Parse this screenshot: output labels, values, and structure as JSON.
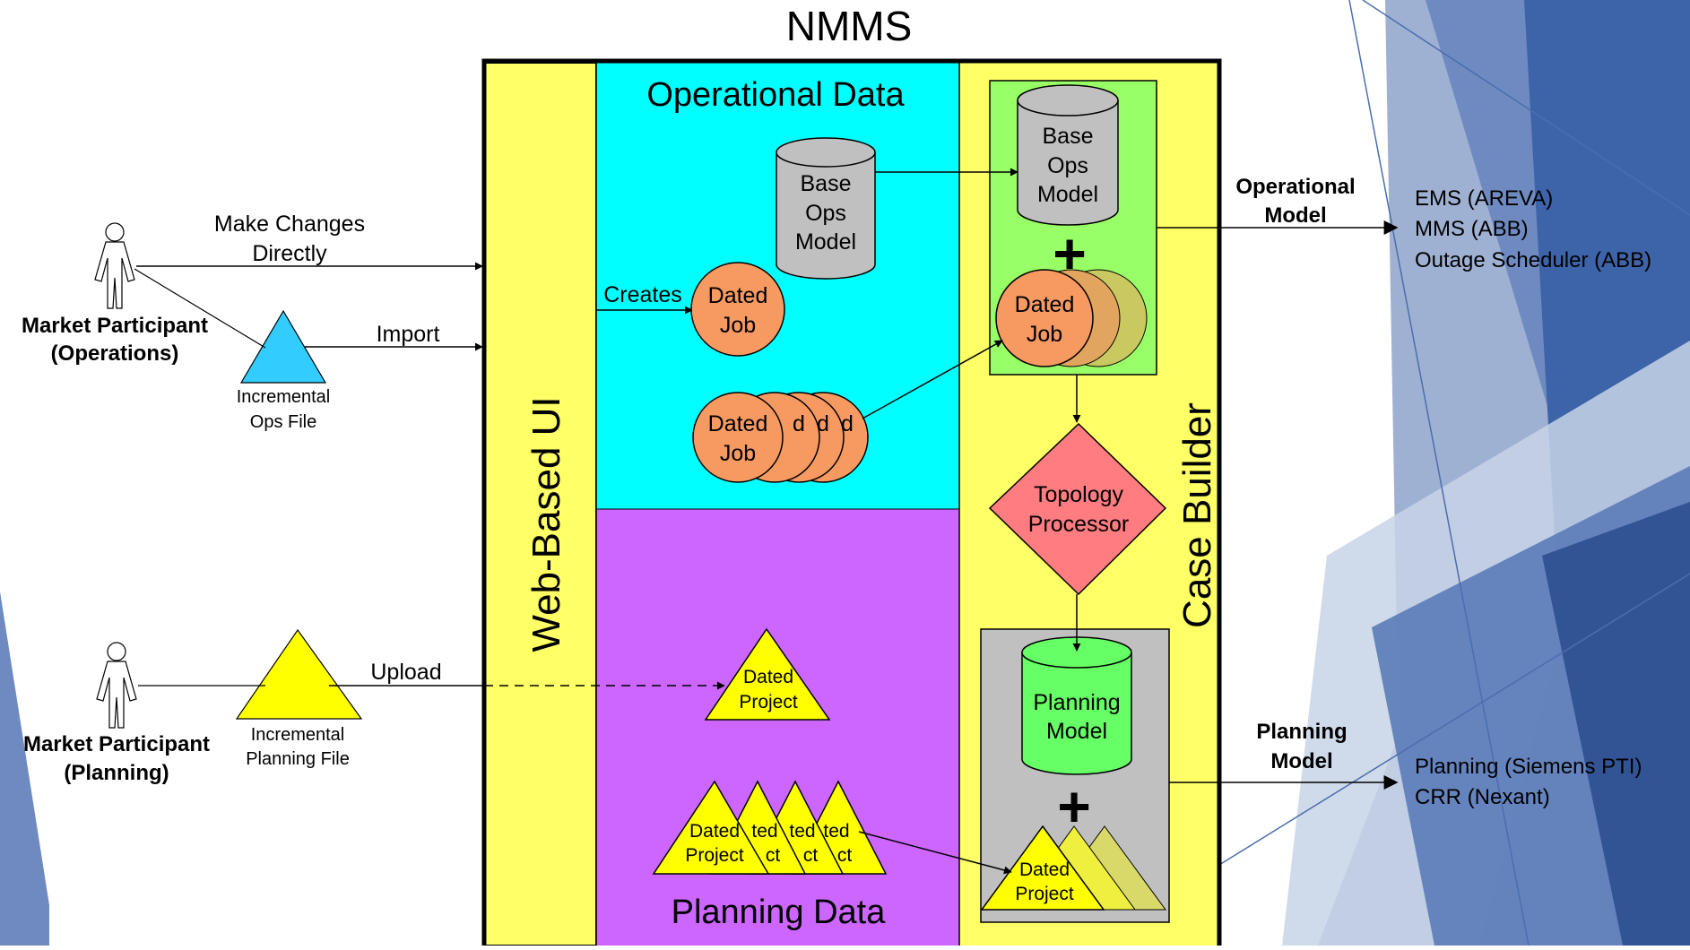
{
  "title": "NMMS",
  "colors": {
    "yellow": "#FFFF66",
    "cyan": "#00FFFF",
    "purple": "#CC66FF",
    "green": "#99FF66",
    "gray": "#C0C0C0",
    "orange": "#F79A62",
    "salmon": "#FF7C80",
    "triangle_yellow": "#FFFF00",
    "triangle_cyan": "#33CCFF",
    "slide_blue": "#4A6EAE"
  },
  "actors": {
    "ops": {
      "line1": "Market Participant",
      "line2": "(Operations)"
    },
    "planning": {
      "line1": "Market Participant",
      "line2": "(Planning)"
    }
  },
  "files": {
    "ops": {
      "line1": "Incremental",
      "line2": "Ops File"
    },
    "planning": {
      "line1": "Incremental",
      "line2": "Planning File"
    }
  },
  "arrows": {
    "make_changes": {
      "line1": "Make Changes",
      "line2": "Directly"
    },
    "import": "Import",
    "upload": "Upload",
    "creates": "Creates"
  },
  "web_ui": "Web-Based UI",
  "case_builder": "Case Builder",
  "operational_data": {
    "title": "Operational Data",
    "base_ops_model": {
      "line1": "Base",
      "line2": "Ops",
      "line3": "Model"
    },
    "dated_job": {
      "line1": "Dated",
      "line2": "Job"
    },
    "stack_fragment": "d"
  },
  "planning_data": {
    "title": "Planning Data",
    "dated_project": {
      "line1": "Dated",
      "line2": "Project"
    },
    "stack_fragment_top": "ted",
    "stack_fragment_bottom": "ct"
  },
  "case_builder_content": {
    "base_ops_model": {
      "line1": "Base",
      "line2": "Ops",
      "line3": "Model"
    },
    "plus": "+",
    "dated_job": {
      "line1": "Dated",
      "line2": "Job"
    },
    "topology": {
      "line1": "Topology",
      "line2": "Processor"
    },
    "planning_model": {
      "line1": "Planning",
      "line2": "Model"
    },
    "dated_project": {
      "line1": "Dated",
      "line2": "Project"
    }
  },
  "outputs": {
    "operational": {
      "label1": "Operational",
      "label2": "Model",
      "targets": [
        "EMS (AREVA)",
        "MMS (ABB)",
        "Outage Scheduler (ABB)"
      ]
    },
    "planning": {
      "label1": "Planning",
      "label2": "Model",
      "targets": [
        "Planning (Siemens PTI)",
        "CRR (Nexant)"
      ]
    }
  }
}
